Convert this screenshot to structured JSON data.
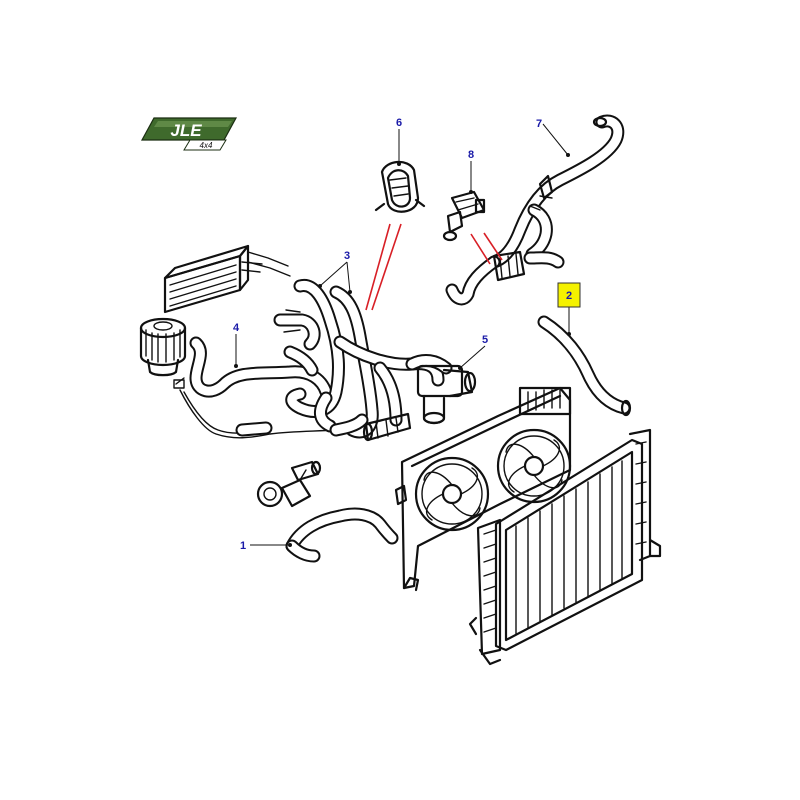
{
  "logo": {
    "text": "JLE",
    "sub": "4x4",
    "bg_color": "#3f6a2c"
  },
  "callouts": [
    {
      "id": "1",
      "label": "1"
    },
    {
      "id": "2",
      "label": "2",
      "highlighted": true
    },
    {
      "id": "3",
      "label": "3"
    },
    {
      "id": "4",
      "label": "4"
    },
    {
      "id": "5",
      "label": "5"
    },
    {
      "id": "6",
      "label": "6"
    },
    {
      "id": "7",
      "label": "7"
    },
    {
      "id": "8",
      "label": "8"
    }
  ],
  "colors": {
    "callout_text": "#1a1aa8",
    "highlight_fill": "#f5f200",
    "highlight_stroke": "#333333",
    "pointer_red": "#d81f26",
    "line": "#111111"
  }
}
